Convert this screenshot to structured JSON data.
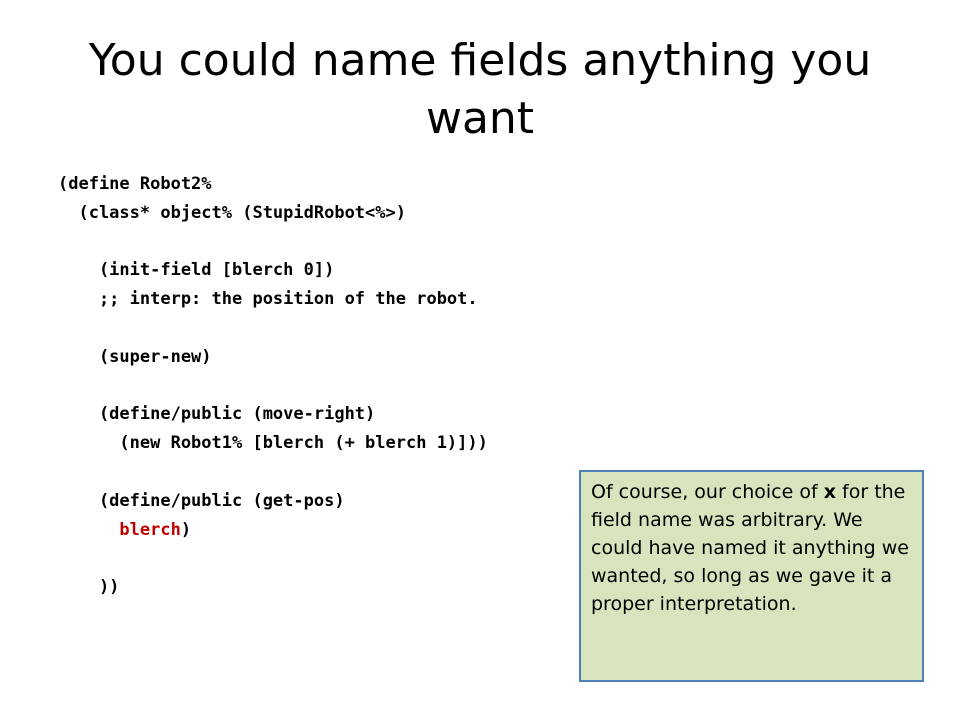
{
  "slide": {
    "title": "You could name fields anything you want",
    "code_lines": [
      "(define Robot2%",
      "  (class* object% (StupidRobot<%>)",
      "",
      "    (init-field [blerch 0])",
      "    ;; interp: the position of the robot.",
      "",
      "    (super-new)",
      "",
      "    (define/public (move-right)",
      "      (new Robot1% [blerch (+ blerch 1)]))",
      "",
      "    (define/public (get-pos)",
      "      ",
      "",
      "    ))"
    ],
    "code_highlight": {
      "word": "blerch",
      "close": ")",
      "color": "#c00000"
    },
    "note": {
      "before": "Of course, our choice of ",
      "bold": "x",
      "after": " for the field name was arbitrary. We could have named it anything we wanted, so long as we gave it a proper interpretation.",
      "background": "#d7e4bd",
      "border": "#4f81bd"
    }
  }
}
